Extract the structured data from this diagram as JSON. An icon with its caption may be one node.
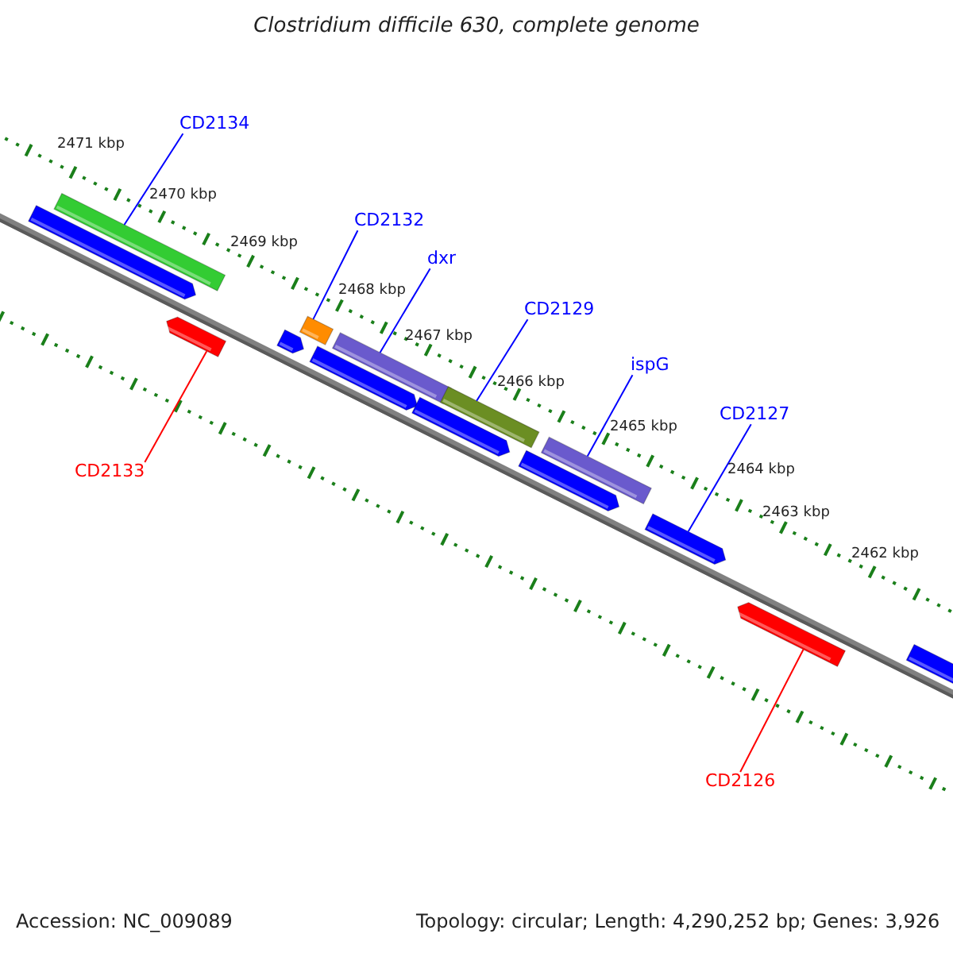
{
  "diagram": {
    "title": "Clostridium difficile 630, complete genome",
    "nodes": [
      {
        "text": [
          "CD2134"
        ]
      },
      {
        "text": [
          "CD2132"
        ]
      },
      {
        "text": [
          "dxr"
        ]
      },
      {
        "text": [
          "CD2129"
        ]
      },
      {
        "text": [
          "ispG"
        ]
      },
      {
        "text": [
          "CD2127"
        ]
      },
      {
        "text": [
          "CD2133"
        ]
      },
      {
        "text": [
          "CD2126"
        ]
      },
      {
        "text": [],
        "shape": "arrow"
      },
      {
        "text": [],
        "shape": "bar"
      },
      {
        "text": [],
        "shape": "arrow"
      },
      {
        "text": [],
        "shape": "arrow"
      },
      {
        "text": [],
        "shape": "bar"
      },
      {
        "text": [],
        "shape": "arrow"
      },
      {
        "text": [],
        "shape": "bar"
      },
      {
        "text": [],
        "shape": "arrow"
      },
      {
        "text": [],
        "shape": "bar"
      },
      {
        "text": [],
        "shape": "arrow"
      },
      {
        "text": [],
        "shape": "bar"
      },
      {
        "text": [],
        "shape": "arrow"
      },
      {
        "text": [],
        "shape": "arrow"
      },
      {
        "text": [],
        "shape": "arrow"
      }
    ],
    "edges": [
      {
        "from": 0,
        "to": 9,
        "arrow": "none"
      },
      {
        "from": 1,
        "to": 12,
        "arrow": "none"
      },
      {
        "from": 2,
        "to": 14,
        "arrow": "none"
      },
      {
        "from": 3,
        "to": 16,
        "arrow": "none"
      },
      {
        "from": 4,
        "to": 18,
        "arrow": "none"
      },
      {
        "from": 5,
        "to": 19,
        "arrow": "none"
      },
      {
        "from": 6,
        "to": 10,
        "arrow": "none",
        "color": "#ff0000"
      },
      {
        "from": 7,
        "to": 20,
        "arrow": "none",
        "color": "#ff0000"
      }
    ],
    "labels": [
      "2471 kbp",
      "2470 kbp",
      "2469 kbp",
      "2468 kbp",
      "2467 kbp",
      "2466 kbp",
      "2465 kbp",
      "2464 kbp",
      "2463 kbp",
      "2462 kbp",
      "Accession: NC_009089",
      "Topology: circular; Length: 4,290,252 bp; Genes: 3,926"
    ]
  }
}
